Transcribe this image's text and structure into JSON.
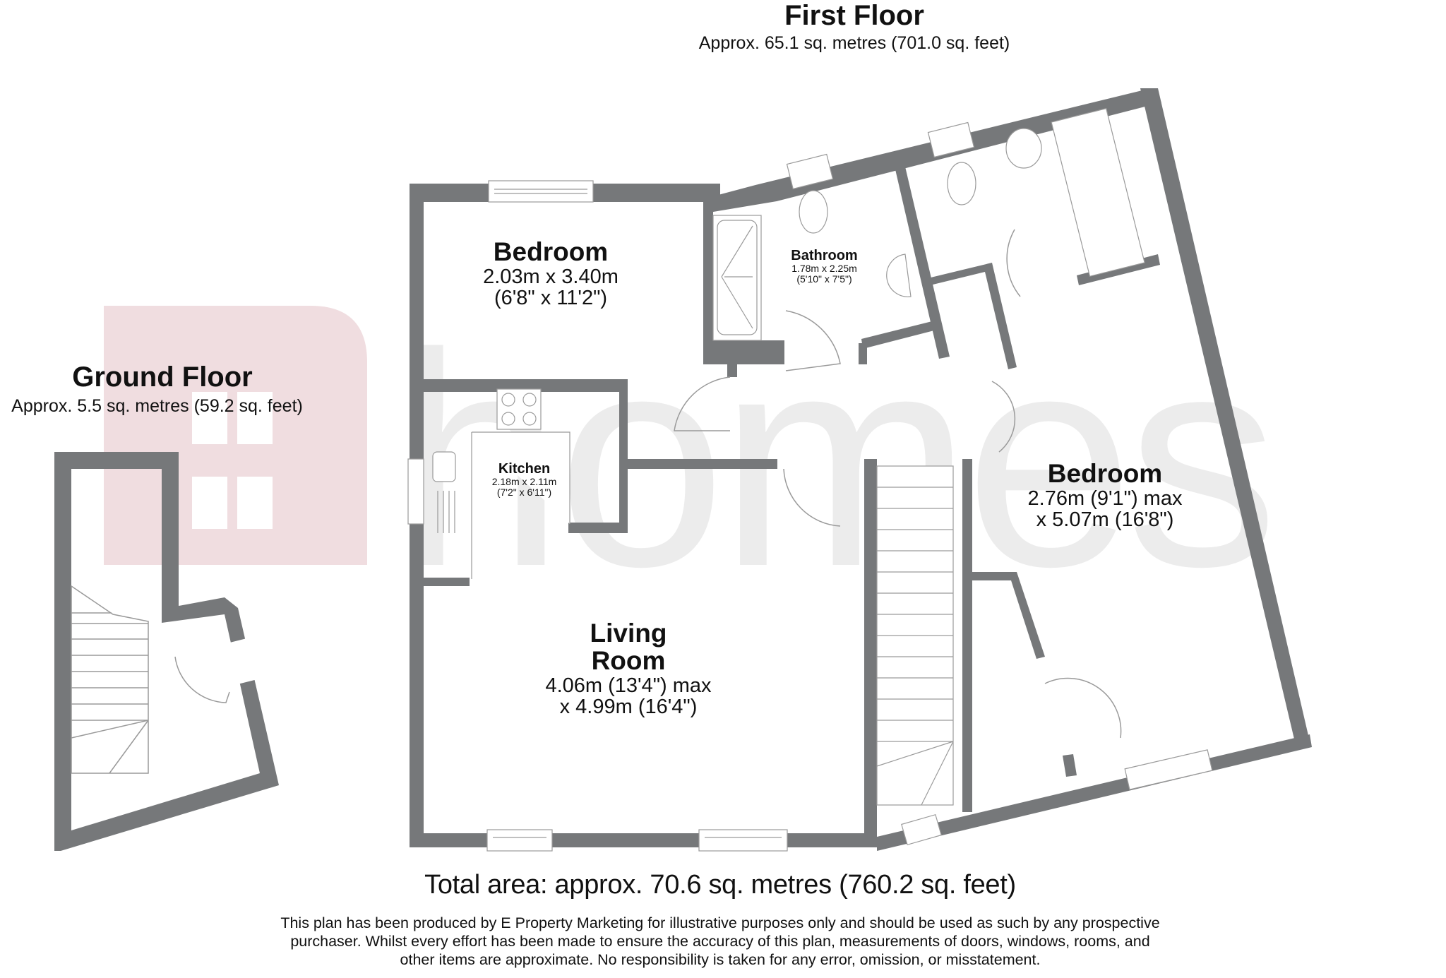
{
  "first_floor": {
    "title": "First Floor",
    "area": "Approx. 65.1 sq. metres (701.0 sq. feet)"
  },
  "ground_floor": {
    "title": "Ground Floor",
    "area": "Approx. 5.5 sq. metres (59.2 sq. feet)"
  },
  "rooms": {
    "bedroom_1": {
      "name": "Bedroom",
      "dim1": "2.03m x 3.40m",
      "dim2": "(6'8\" x 11'2\")"
    },
    "bathroom": {
      "name": "Bathroom",
      "dim1": "1.78m x 2.25m",
      "dim2": "(5'10\" x 7'5\")"
    },
    "kitchen": {
      "name": "Kitchen",
      "dim1": "2.18m x 2.11m",
      "dim2": "(7'2\" x 6'11\")"
    },
    "living_room": {
      "name_line1": "Living",
      "name_line2": "Room",
      "dim1": "4.06m (13'4\") max",
      "dim2": "x 4.99m (16'4\")"
    },
    "bedroom_2": {
      "name": "Bedroom",
      "dim1": "2.76m (9'1\") max",
      "dim2": "x 5.07m (16'8\")"
    }
  },
  "total_area": "Total area: approx. 70.6 sq. metres (760.2 sq. feet)",
  "disclaimer": {
    "line1": "This plan has been produced by E Property Marketing for illustrative purposes only and should be used as such by any prospective",
    "line2": "purchaser. Whilst every effort has been made to ensure the accuracy of this plan, measurements of doors, windows, rooms, and",
    "line3": "other items are approximate. No responsibility is taken for any error, omission, or misstatement."
  },
  "watermark": {
    "text": "homes",
    "logo_color": "#f0dde0",
    "text_color": "#ececec"
  },
  "colors": {
    "wall": "#76787a",
    "fixture_line": "#9a9a9a",
    "background": "#ffffff"
  }
}
